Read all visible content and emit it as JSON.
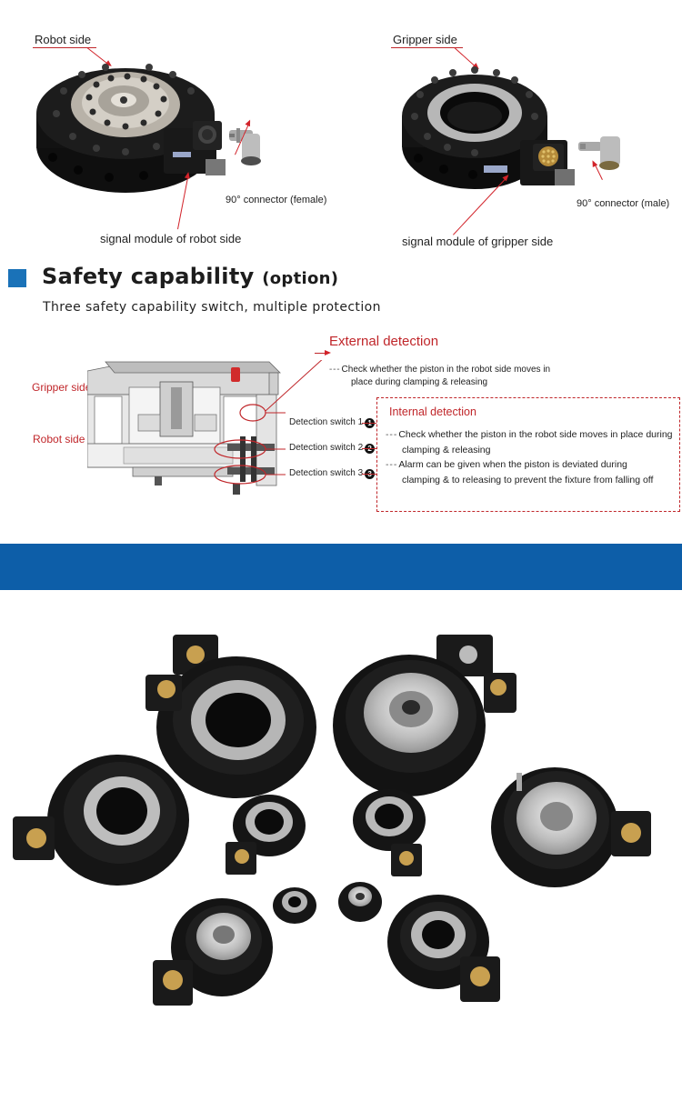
{
  "photos": {
    "robot_side_label": "Robot side",
    "gripper_side_label": "Gripper side",
    "connector_female": "90° connector (female)",
    "connector_male": "90° connector (male)",
    "signal_module_robot": "signal module of robot side",
    "signal_module_gripper": "signal module of gripper side"
  },
  "safety": {
    "title": "Safety capability",
    "title_option": "(option)",
    "subtitle": "Three safety capability switch, multiple protection",
    "external_detection": "External detection",
    "external_note_line1": "Check whether the piston in the robot side moves in",
    "external_note_line2": "place during clamping & releasing",
    "gripper_side": "Gripper side",
    "robot_side": "Robot side",
    "switch1": "Detection switch 1",
    "switch2": "Detection switch 2",
    "switch3": "Detection switch 3",
    "switch1_num": "1",
    "switch2_num": "2",
    "switch3_num": "3",
    "internal_detection": "Internal detection",
    "internal_note1_line1": "Check whether the piston in the robot side moves in place during",
    "internal_note1_line2": "clamping & releasing",
    "internal_note2_line1": "Alarm can be given when the piston is deviated during",
    "internal_note2_line2": "clamping & to releasing to prevent the fixture from falling off"
  },
  "colors": {
    "accent_red": "#c0262a",
    "section_blue": "#1a72b8",
    "band_blue": "#0d5ea8",
    "product_black": "#151515",
    "product_silver": "#c9c9c9"
  }
}
